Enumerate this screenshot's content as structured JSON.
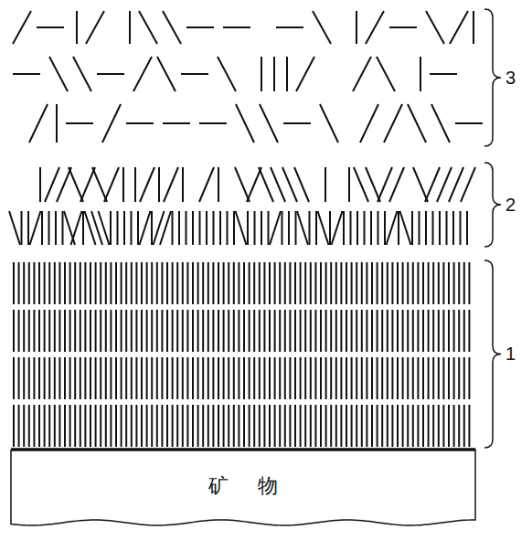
{
  "diagram": {
    "nodes": [
      {
        "text": [
          "矿 物"
        ]
      }
    ],
    "labels": [
      "3",
      "2",
      "1"
    ]
  }
}
